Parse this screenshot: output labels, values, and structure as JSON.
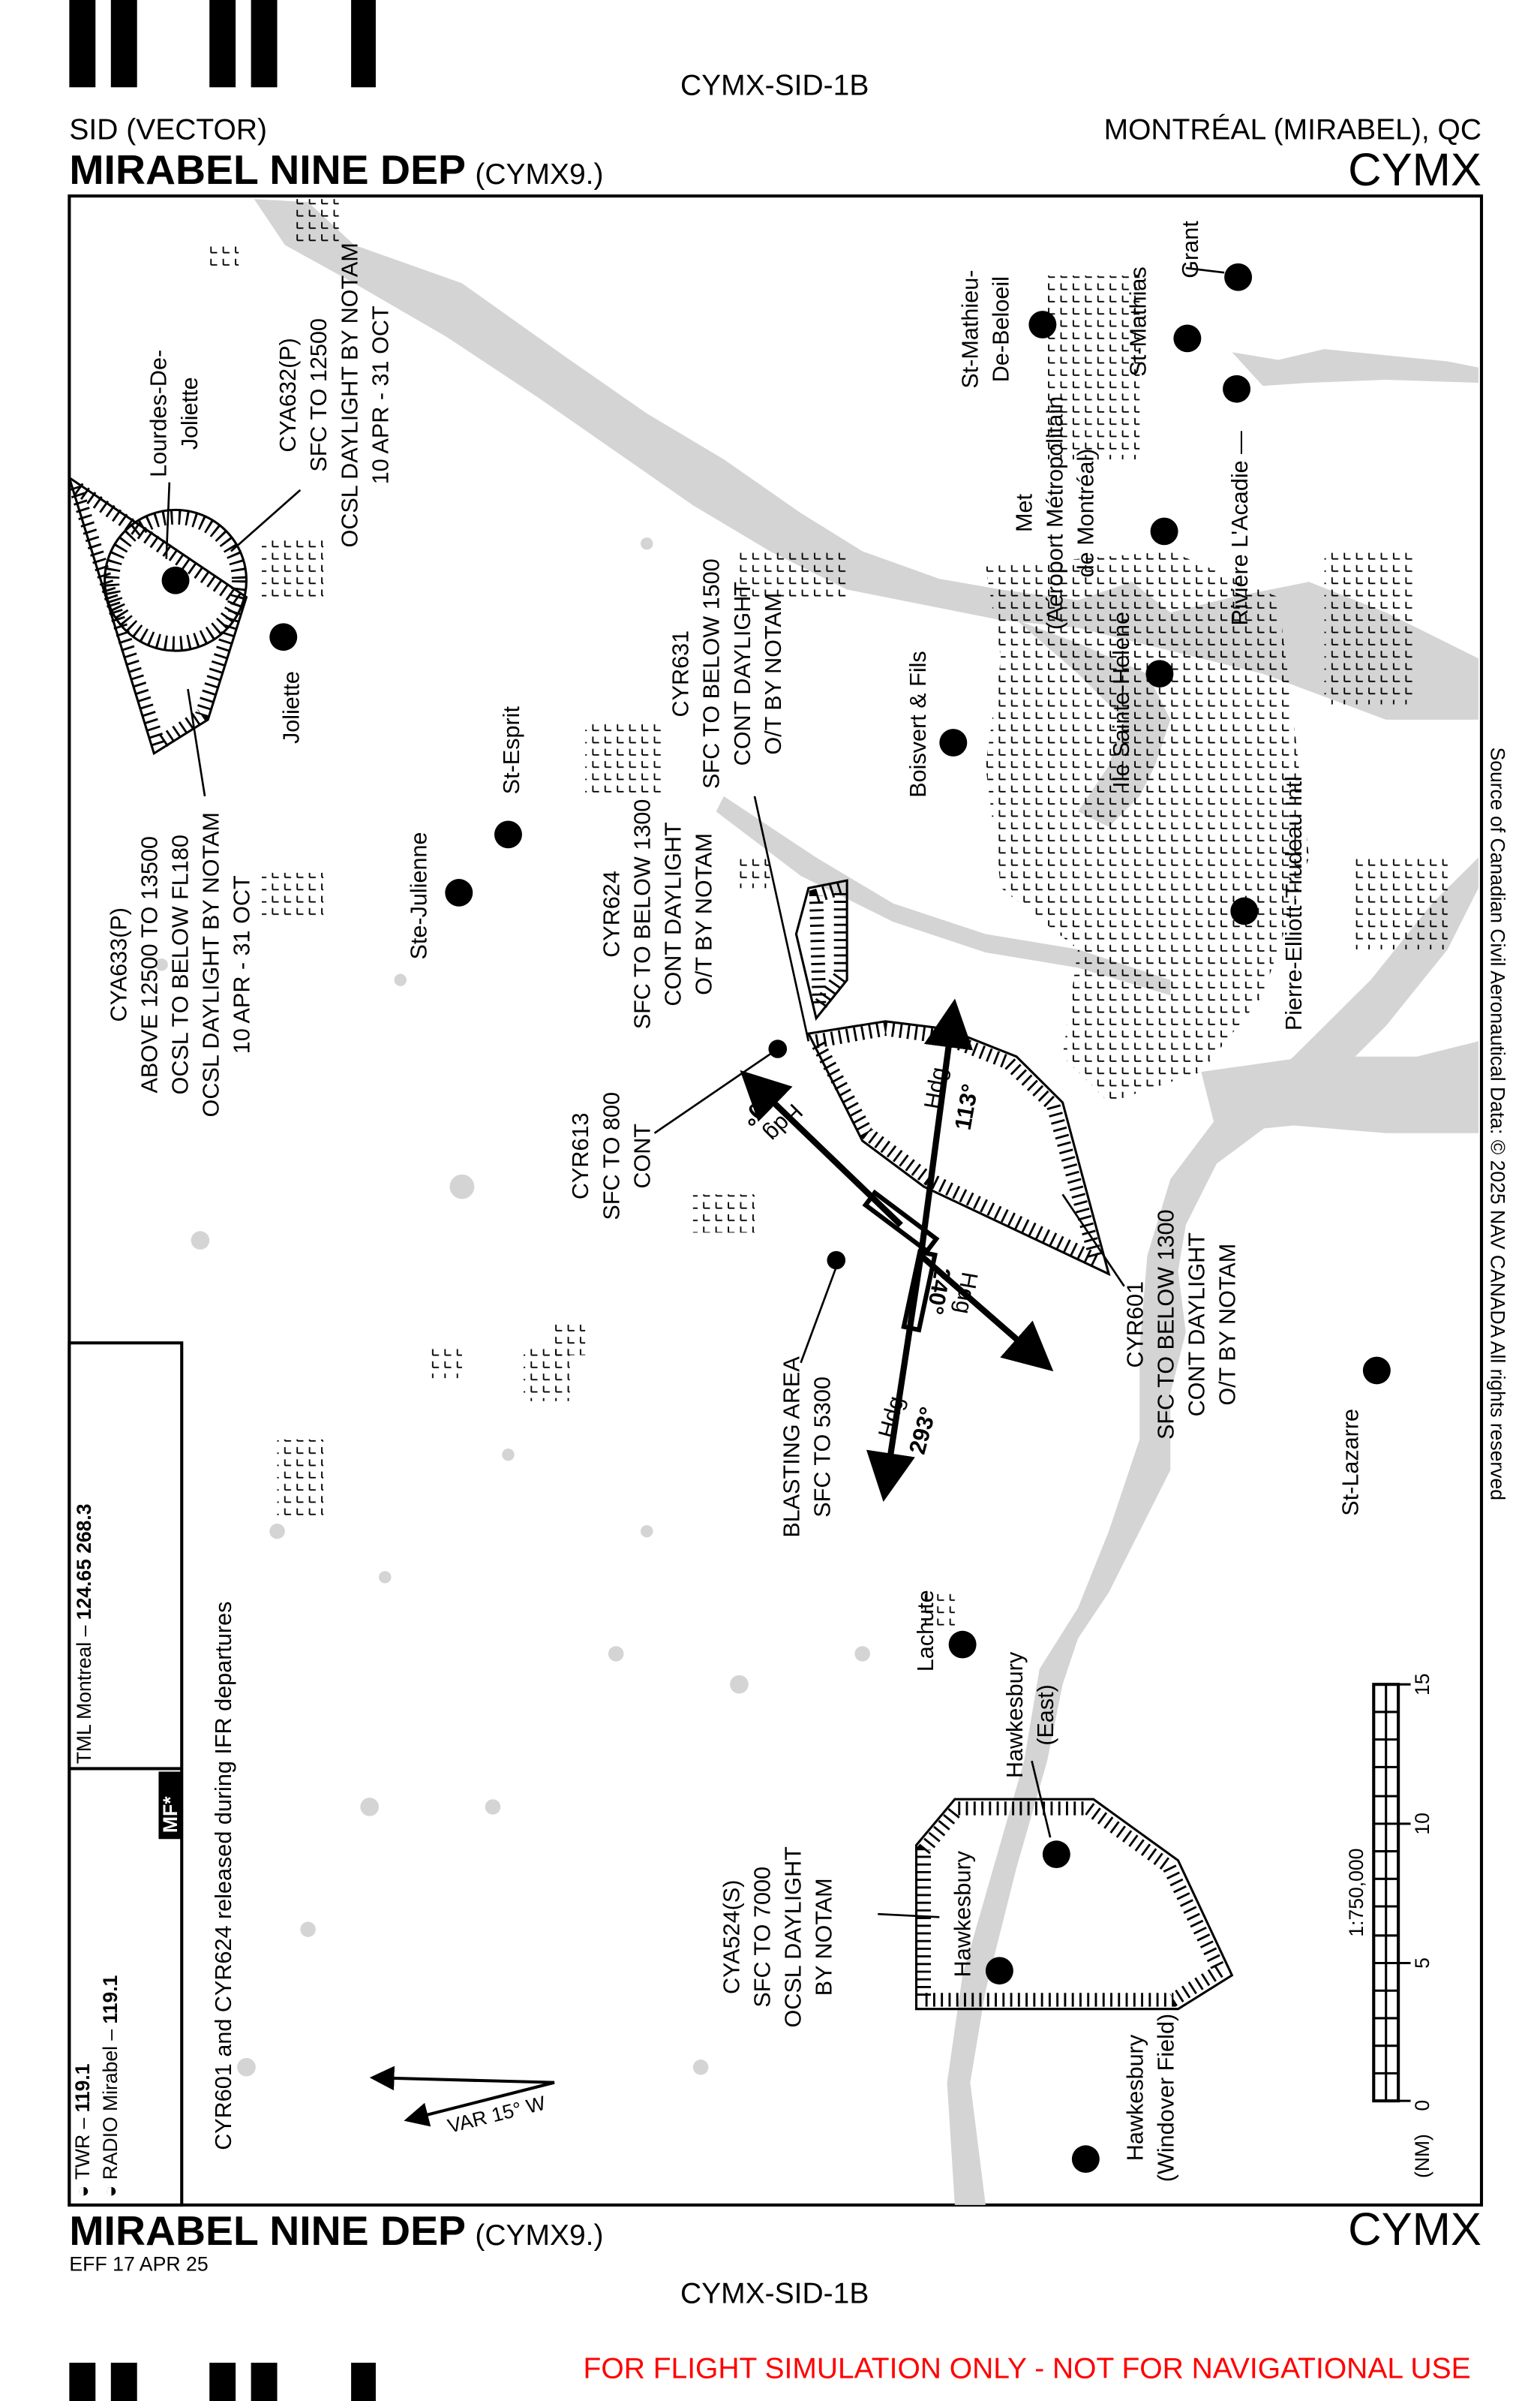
{
  "header": {
    "chart_id": "CYMX-SID-1B",
    "type": "SID (VECTOR)",
    "procedure_name": "MIRABEL NINE DEP",
    "procedure_code": "(CYMX9.)",
    "location": "MONTRÉAL (MIRABEL), QC",
    "airport_id": "CYMX"
  },
  "footer": {
    "procedure_name": "MIRABEL NINE DEP",
    "procedure_code": "(CYMX9.)",
    "effective": "EFF 17 APR 25",
    "airport_id": "CYMX",
    "chart_id": "CYMX-SID-1B",
    "disclaimer": "FOR FLIGHT SIMULATION ONLY - NOT FOR NAVIGATIONAL USE",
    "disclaimer_color": "#ff0000"
  },
  "source_note": "Source of Canadian Civil Aeronautical Data: © 2025 NAV CANADA All rights reserved",
  "frequencies": {
    "twr_label": "TWR – ",
    "twr": "119.1",
    "radio_label": "RADIO Mirabel – ",
    "radio": "119.1",
    "tml_label": "TML Montreal – ",
    "tml": "124.65  268.3",
    "mf_badge": "MF*"
  },
  "release_note": "CYR601 and CYR624 released during IFR departures",
  "airports": {
    "lourdes": [
      "Lourdes-De-",
      "Joliette"
    ],
    "joliette": "Joliette",
    "st_esprit": "St-Esprit",
    "ste_julienne": "Ste-Julienne",
    "st_mathieu": [
      "St-Mathieu-",
      "De-Beloeil"
    ],
    "st_mathias": "St-Mathias",
    "grant": "Grant",
    "riviere": "Riviere L'Acadie —",
    "met": [
      "Met",
      "(Aéroport Métropolitain",
      "de Montréal)"
    ],
    "ile_ste_helene": "Ile Sainte-Helene",
    "boisvert": "Boisvert & Fils",
    "trudeau": "Pierre-Elliott-Trudeau Intl",
    "st_lazarre": "St-Lazarre",
    "lachute": "Lachute",
    "hawkesbury_east": [
      "Hawkesbury",
      "(East)"
    ],
    "hawkesbury": "Hawkesbury",
    "hawkesbury_windover": [
      "Hawkesbury",
      "(Windover Field)"
    ]
  },
  "airspace": {
    "cya632": [
      "CYA632(P)",
      "SFC TO 12500",
      "OCSL DAYLIGHT BY NOTAM",
      "10 APR - 31 OCT"
    ],
    "cya633": [
      "CYA633(P)",
      "ABOVE 12500 TO 13500",
      "OCSL TO BELOW FL180",
      "OCSL DAYLIGHT BY NOTAM",
      "10 APR - 31 OCT"
    ],
    "cyr624": [
      "CYR624",
      "SFC TO BELOW 1300",
      "CONT DAYLIGHT",
      "O/T BY NOTAM"
    ],
    "cyr631": [
      "CYR631",
      "SFC TO BELOW 1500",
      "CONT DAYLIGHT",
      "O/T BY NOTAM"
    ],
    "cyr613": [
      "CYR613",
      "SFC TO 800",
      "CONT"
    ],
    "cyr601": [
      "CYR601",
      "SFC TO BELOW 1300",
      "CONT DAYLIGHT",
      "O/T BY NOTAM"
    ],
    "blasting": [
      "BLASTING AREA",
      "SFC TO 5300"
    ],
    "cya524": [
      "CYA524(S)",
      "SFC TO 7000",
      "OCSL DAYLIGHT",
      "BY NOTAM"
    ]
  },
  "headings": {
    "h060": [
      "Hdg",
      "060°"
    ],
    "h113": [
      "Hdg",
      "113°"
    ],
    "h240": [
      "Hdg",
      "240°"
    ],
    "h293": [
      "Hdg",
      "293°"
    ]
  },
  "variation": "VAR 15° W",
  "scale": {
    "ratio": "1:750,000",
    "unit": "(NM)",
    "ticks": [
      "0",
      "5",
      "10",
      "15"
    ]
  }
}
